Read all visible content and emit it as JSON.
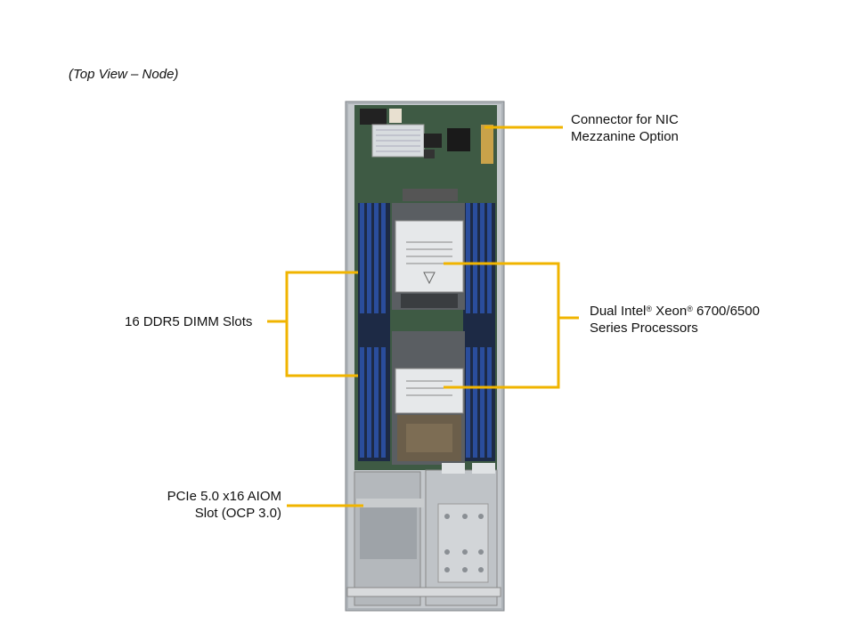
{
  "caption": "(Top View – Node)",
  "callouts": {
    "nic": {
      "line1": "Connector for NIC",
      "line2": "Mezzanine Option"
    },
    "dimm": {
      "text": "16 DDR5 DIMM Slots"
    },
    "cpu": {
      "line1_a": "Dual Intel",
      "reg1": "®",
      "line1_b": " Xeon",
      "reg2": "®",
      "line1_c": " 6700/6500",
      "line2": "Series Processors"
    },
    "aiom": {
      "line1": "PCIe 5.0 x16 AIOM",
      "line2": "Slot (OCP 3.0)"
    }
  },
  "colors": {
    "callout_line": "#f0b400",
    "chassis": "#b8bcc0",
    "pcb": "#3e5a44",
    "dimm": "#2a4d9c"
  }
}
